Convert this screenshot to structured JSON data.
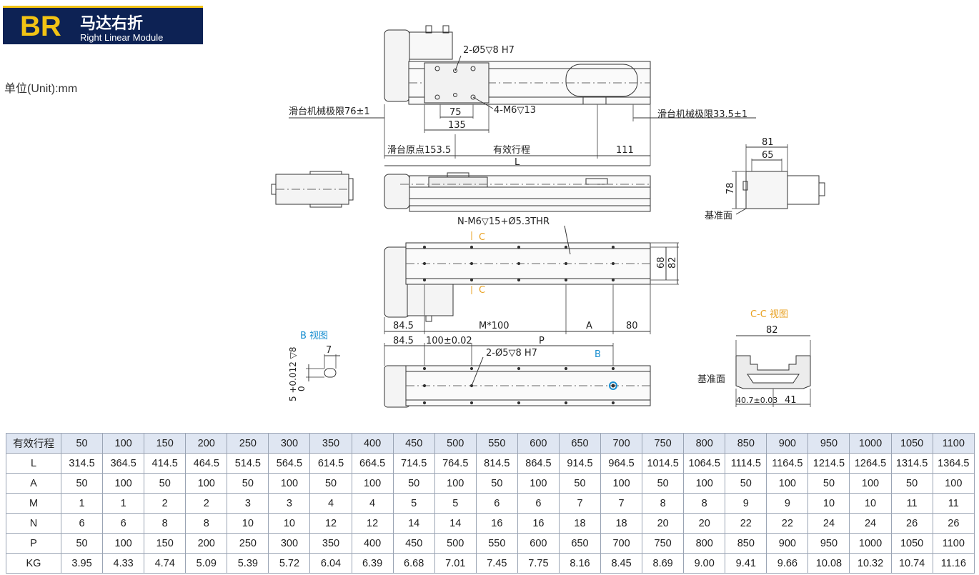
{
  "header": {
    "code": "BR",
    "title_cn": "马达右折",
    "title_en": "Right Linear Module"
  },
  "unit_label": "单位(Unit):mm",
  "drawing": {
    "top_view": {
      "hole_note": "2-Ø5▽8 H7",
      "dim_75": "75",
      "dim_135": "135",
      "thread_note": "4-M6▽13",
      "limit_left": "滑台机械极限76±1",
      "limit_right": "滑台机械极限33.5±1",
      "origin": "滑台原点153.5",
      "stroke": "有效行程",
      "dim_111": "111",
      "dim_L": "L"
    },
    "end_view": {
      "dim_81": "81",
      "dim_65": "65",
      "dim_78": "78",
      "datum": "基准面"
    },
    "bottom_view": {
      "mount_note": "N-M6▽15+Ø5.3THR",
      "section_mark": "C",
      "dim_68": "68",
      "dim_82": "82",
      "dim_84_5": "84.5",
      "dim_M100": "M*100",
      "dim_A": "A",
      "dim_80": "80"
    },
    "base_view": {
      "dim_84_5": "84.5",
      "dim_100": "100±0.02",
      "dim_P": "P",
      "hole_note": "2-Ø5▽8 H7",
      "detail_mark": "B"
    },
    "detail_b": {
      "title": "B 视图",
      "dim_7": "7",
      "tolerance": "5 +0.012 ▽8",
      "tolerance_low": "0"
    },
    "section_cc": {
      "title": "C-C 视图",
      "dim_82": "82",
      "datum": "基准面",
      "dim_40_7": "40.7±0.03",
      "dim_41": "41"
    }
  },
  "table": {
    "rows": [
      {
        "label": "有效行程",
        "values": [
          "50",
          "100",
          "150",
          "200",
          "250",
          "300",
          "350",
          "400",
          "450",
          "500",
          "550",
          "600",
          "650",
          "700",
          "750",
          "800",
          "850",
          "900",
          "950",
          "1000",
          "1050",
          "1100"
        ]
      },
      {
        "label": "L",
        "values": [
          "314.5",
          "364.5",
          "414.5",
          "464.5",
          "514.5",
          "564.5",
          "614.5",
          "664.5",
          "714.5",
          "764.5",
          "814.5",
          "864.5",
          "914.5",
          "964.5",
          "1014.5",
          "1064.5",
          "1114.5",
          "1164.5",
          "1214.5",
          "1264.5",
          "1314.5",
          "1364.5"
        ]
      },
      {
        "label": "A",
        "values": [
          "50",
          "100",
          "50",
          "100",
          "50",
          "100",
          "50",
          "100",
          "50",
          "100",
          "50",
          "100",
          "50",
          "100",
          "50",
          "100",
          "50",
          "100",
          "50",
          "100",
          "50",
          "100"
        ]
      },
      {
        "label": "M",
        "values": [
          "1",
          "1",
          "2",
          "2",
          "3",
          "3",
          "4",
          "4",
          "5",
          "5",
          "6",
          "6",
          "7",
          "7",
          "8",
          "8",
          "9",
          "9",
          "10",
          "10",
          "11",
          "11"
        ]
      },
      {
        "label": "N",
        "values": [
          "6",
          "6",
          "8",
          "8",
          "10",
          "10",
          "12",
          "12",
          "14",
          "14",
          "16",
          "16",
          "18",
          "18",
          "20",
          "20",
          "22",
          "22",
          "24",
          "24",
          "26",
          "26"
        ]
      },
      {
        "label": "P",
        "values": [
          "50",
          "100",
          "150",
          "200",
          "250",
          "300",
          "350",
          "400",
          "450",
          "500",
          "550",
          "600",
          "650",
          "700",
          "750",
          "800",
          "850",
          "900",
          "950",
          "1000",
          "1050",
          "1100"
        ]
      },
      {
        "label": "KG",
        "values": [
          "3.95",
          "4.33",
          "4.74",
          "5.09",
          "5.39",
          "5.72",
          "6.04",
          "6.39",
          "6.68",
          "7.01",
          "7.45",
          "7.75",
          "8.16",
          "8.45",
          "8.69",
          "9.00",
          "9.41",
          "9.66",
          "10.08",
          "10.32",
          "10.74",
          "11.16"
        ]
      }
    ]
  },
  "colors": {
    "header_bg": "#0d2254",
    "header_accent": "#f2c314",
    "section_mark": "#e8a020",
    "detail_mark": "#1a8fd0",
    "table_head_bg": "#dfe6f2"
  }
}
